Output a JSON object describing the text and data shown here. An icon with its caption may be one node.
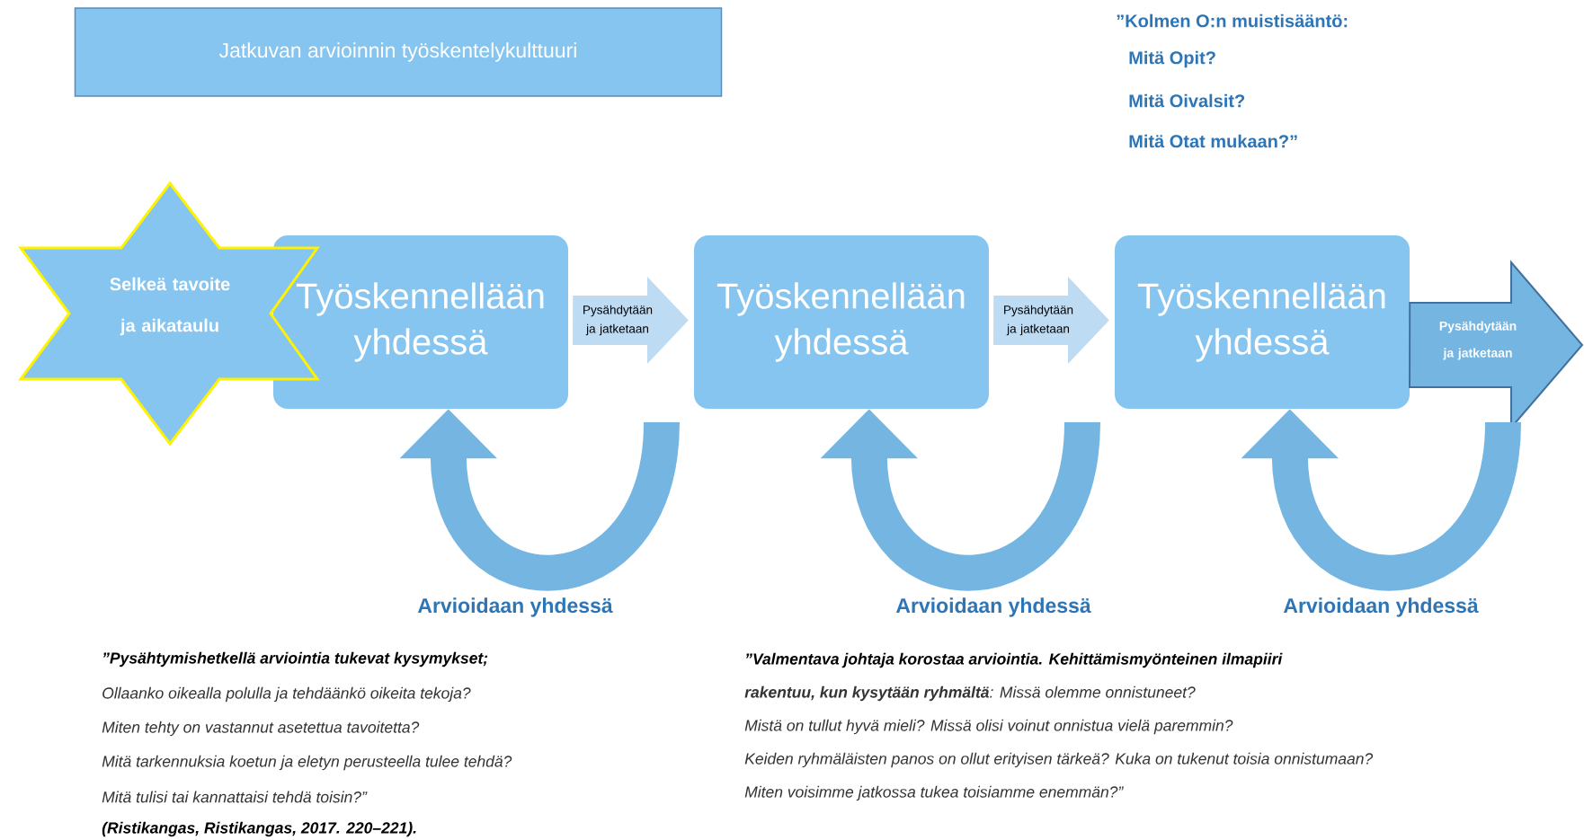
{
  "diagram": {
    "nodes": [
      {
        "text": [
          "Jatkuvan arvioinnin työskentelykulttuuri"
        ]
      },
      {
        "text": [
          "Selkeä tavoite ja aikataulu"
        ]
      },
      {
        "text": [
          "Työskennellään yhdessä"
        ]
      },
      {
        "text": [
          "Työskennellään yhdessä"
        ]
      },
      {
        "text": [
          "Työskennellään yhdessä"
        ]
      }
    ],
    "edges": [
      {
        "from": 2,
        "to": 3,
        "arrow": "to",
        "label": "Pysähdytään ja jatketaan"
      },
      {
        "from": 3,
        "to": 4,
        "arrow": "to",
        "label": "Pysähdytään ja jatketaan"
      },
      {
        "from": 4,
        "to": null,
        "arrow": "to",
        "label": "Pysähdytään ja jatketaan"
      },
      {
        "from": null,
        "to": 2,
        "arrow": "to",
        "label": "Arvioidaan yhdessä"
      },
      {
        "from": null,
        "to": 3,
        "arrow": "to",
        "label": "Arvioidaan yhdessä"
      },
      {
        "from": null,
        "to": 4,
        "arrow": "to",
        "label": "Arvioidaan yhdessä"
      }
    ],
    "labels": [
      "”Kolmen O:n muistisääntö:",
      "Mitä Opit?",
      "Mitä Oivalsit?",
      "Mitä Otat mukaan?”",
      "”Pysähtymishetkellä arviointia tukevat kysymykset;",
      "Ollaanko oikealla polulla ja tehdäänkö oikeita tekoja?",
      "Miten tehty on vastannut asetettua tavoitetta?",
      "Mitä tarkennuksia koetun ja eletyn perusteella tulee tehdä?",
      "Mitä tulisi tai kannattaisi tehdä toisin?”",
      "(Ristikangas, Ristikangas, 2017. 220–221).",
      "”Valmentava johtaja korostaa arviointia. Kehittämismyönteinen ilmapiiri",
      "**rakentuu, kun kysytään ryhmältä**: Missä olemme onnistuneet?",
      "Mistä on tullut hyvä mieli? Missä olisi voinut onnistua vielä paremmin?",
      "Keiden ryhmäläisten panos on ollut erityisen tärkeä? Kuka on tukenut toisia onnistumaan?",
      "Miten voisimme jatkossa tukea toisiamme enemmän?”"
    ]
  }
}
